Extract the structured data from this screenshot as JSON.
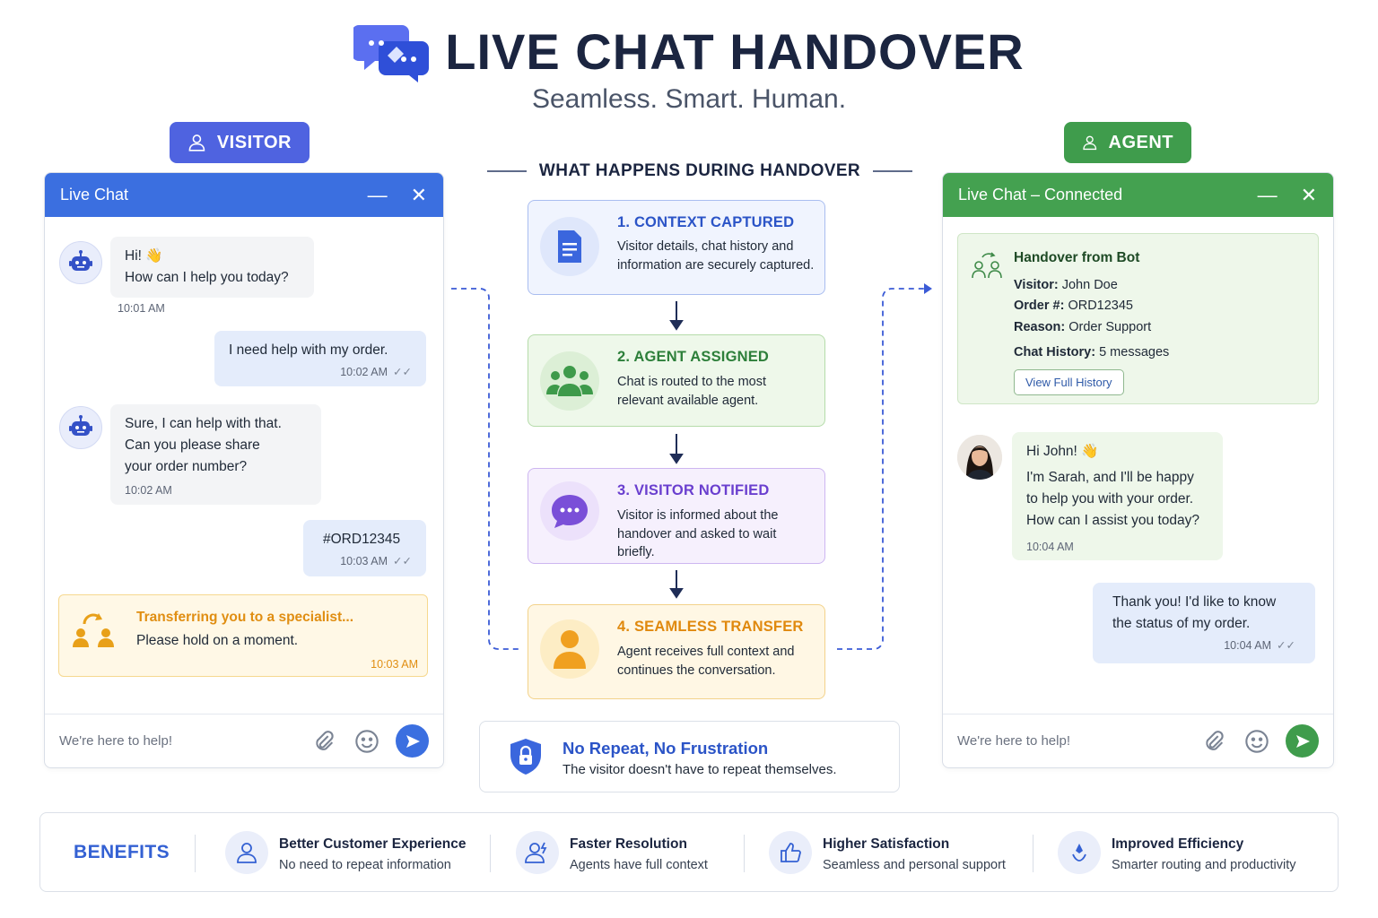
{
  "header": {
    "title": "LIVE CHAT HANDOVER",
    "subtitle": "Seamless. Smart. Human."
  },
  "roles": {
    "visitor": "VISITOR",
    "agent": "AGENT"
  },
  "visitor_chat": {
    "title": "Live Chat",
    "messages": [
      {
        "from": "bot",
        "lines": [
          "Hi! 👋",
          "How can I help you today?"
        ],
        "time": "10:01 AM"
      },
      {
        "from": "user",
        "text": "I need help with my order.",
        "time": "10:02 AM"
      },
      {
        "from": "bot",
        "lines": [
          "Sure, I can help with that.",
          "Can you please share",
          "your order number?"
        ],
        "time": "10:02 AM"
      },
      {
        "from": "user",
        "text": "#ORD12345",
        "time": "10:03 AM"
      }
    ],
    "transfer": {
      "title": "Transferring you to a specialist...",
      "text": "Please hold on a moment.",
      "time": "10:03 AM"
    },
    "input_placeholder": "We're here to help!"
  },
  "flow": {
    "title": "WHAT HAPPENS DURING HANDOVER",
    "steps": [
      {
        "title": "1. CONTEXT CAPTURED",
        "desc": "Visitor details, chat history and information are securely captured."
      },
      {
        "title": "2. AGENT ASSIGNED",
        "desc": "Chat is routed to the most relevant available agent."
      },
      {
        "title": "3. VISITOR NOTIFIED",
        "desc": "Visitor is informed about the handover and asked to wait briefly."
      },
      {
        "title": "4. SEAMLESS TRANSFER",
        "desc": "Agent receives full context and continues the conversation."
      }
    ],
    "no_repeat": {
      "title": "No Repeat, No Frustration",
      "desc": "The visitor doesn't have to repeat themselves."
    }
  },
  "agent_chat": {
    "title": "Live Chat – Connected",
    "handover": {
      "title": "Handover from Bot",
      "visitor_label": "Visitor:",
      "visitor_value": "John Doe",
      "order_label": "Order #:",
      "order_value": "ORD12345",
      "reason_label": "Reason:",
      "reason_value": "Order Support",
      "history_label": "Chat History:",
      "history_value": "5 messages",
      "button": "View Full History"
    },
    "messages": [
      {
        "from": "agent",
        "lines": [
          "Hi John! 👋",
          "I'm Sarah, and I'll be happy",
          "to help you with your order.",
          "How can I assist you today?"
        ],
        "time": "10:04 AM"
      },
      {
        "from": "user",
        "lines": [
          "Thank you! I'd like to know",
          "the status of my order."
        ],
        "time": "10:04 AM"
      }
    ],
    "input_placeholder": "We're here to help!"
  },
  "benefits": {
    "label": "BENEFITS",
    "items": [
      {
        "title": "Better Customer Experience",
        "desc": "No need to repeat information"
      },
      {
        "title": "Faster Resolution",
        "desc": "Agents have full context"
      },
      {
        "title": "Higher Satisfaction",
        "desc": "Seamless and personal support"
      },
      {
        "title": "Improved Efficiency",
        "desc": "Smarter routing and productivity"
      }
    ]
  },
  "colors": {
    "visitor_blue": "#3b6fe0",
    "agent_green": "#44a150",
    "step1": "#2b54c7",
    "step2": "#2d7f3a",
    "step3": "#6a3fcf",
    "step4": "#e0890e"
  }
}
